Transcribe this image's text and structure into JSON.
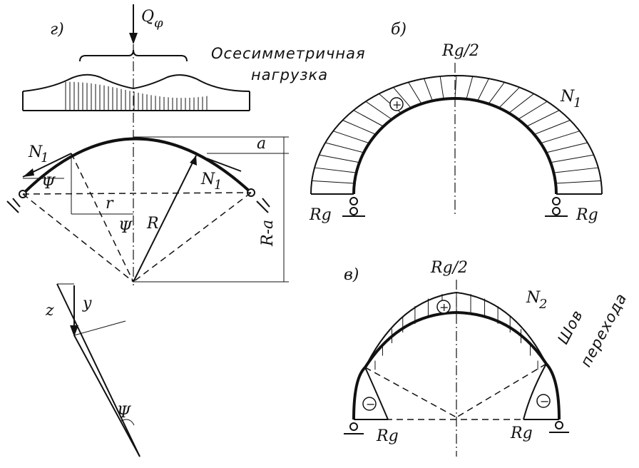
{
  "panels": {
    "a": {
      "panel_label": "г)",
      "load_label": "Q",
      "load_subscript": "φ",
      "load_caption_line1": "Осесимметричная",
      "load_caption_line2": "нагрузка",
      "n1_left": "N",
      "n1_left_sub": "1",
      "n1_right": "N",
      "n1_right_sub": "1",
      "psi_left": "Ψ",
      "r_label": "r",
      "psi_center": "Ψ",
      "R_label": "R",
      "a_label": "a",
      "Ra_label": "R-a"
    },
    "b": {
      "panel_label": "б)",
      "top_label": "Rg/2",
      "force_label": "N",
      "force_sub": "1",
      "sign_plus": "+",
      "left_label": "Rg",
      "right_label": "Rg"
    },
    "v": {
      "panel_label": "в)",
      "top_label": "Rg/2",
      "force_label": "N",
      "force_sub": "2",
      "sign_plus": "+",
      "sign_minus_left": "−",
      "sign_minus_right": "−",
      "seam_line1": "Шов",
      "seam_line2": "перехода",
      "left_label": "Rg",
      "right_label": "Rg"
    },
    "element": {
      "z_label": "z",
      "y_label": "y",
      "psi_label": "Ψ"
    }
  }
}
